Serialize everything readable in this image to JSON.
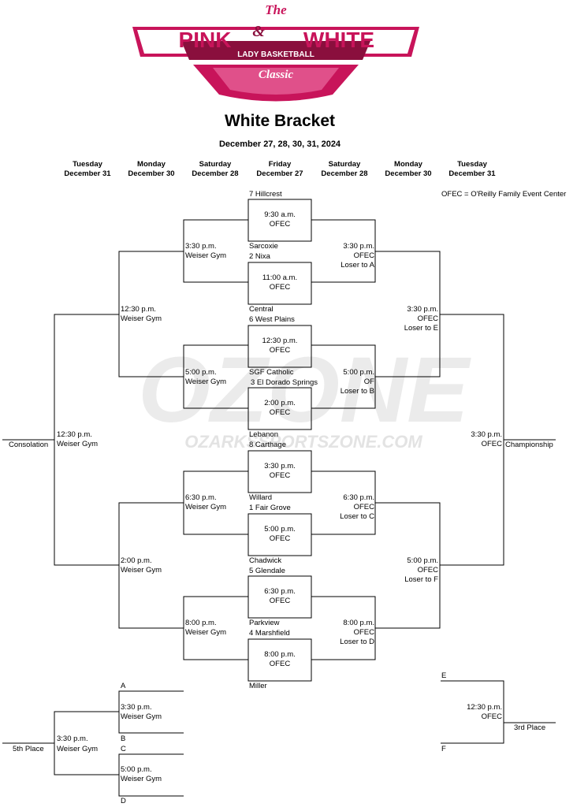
{
  "logo": {
    "the": "The",
    "pink": "PINK",
    "amp": "&",
    "white": "WHITE",
    "sub": "LADY BASKETBALL",
    "classic": "Classic"
  },
  "watermark": {
    "big": "OZONE",
    "url": "OZARKSSPORTSZONE.COM"
  },
  "title": "White Bracket",
  "dates": "December 27, 28, 30, 31, 2024",
  "columns": [
    {
      "day": "Tuesday",
      "date": "December 31"
    },
    {
      "day": "Monday",
      "date": "December 30"
    },
    {
      "day": "Saturday",
      "date": "December 28"
    },
    {
      "day": "Friday",
      "date": "December 27"
    },
    {
      "day": "Saturday",
      "date": "December 28"
    },
    {
      "day": "Monday",
      "date": "December 30"
    },
    {
      "day": "Tuesday",
      "date": "December 31"
    }
  ],
  "note": "OFEC = O'Reilly Family Event Center",
  "teams": [
    "7 Hillcrest",
    "Sarcoxie",
    "2  Nixa",
    "Central",
    "6  West Plains",
    "SGF Catholic",
    "3 El Dorado Springs",
    "Lebanon",
    "8 Carthage",
    "Willard",
    "1 Fair Grove",
    "Chadwick",
    "5 Glendale",
    "Parkview",
    "4 Marshfield",
    "Miller"
  ],
  "first_round": [
    {
      "time": "9:30 a.m.",
      "venue": "OFEC"
    },
    {
      "time": "11:00 a.m.",
      "venue": "OFEC"
    },
    {
      "time": "12:30 p.m.",
      "venue": "OFEC"
    },
    {
      "time": "2:00 p.m.",
      "venue": "OFEC"
    },
    {
      "time": "3:30 p.m.",
      "venue": "OFEC"
    },
    {
      "time": "5:00 p.m.",
      "venue": "OFEC"
    },
    {
      "time": "6:30 p.m.",
      "venue": "OFEC"
    },
    {
      "time": "8:00 p.m.",
      "venue": "OFEC"
    }
  ],
  "left_qf": [
    {
      "time": "3:30 p.m.",
      "venue": "Weiser Gym"
    },
    {
      "time": "5:00 p.m.",
      "venue": "Weiser Gym"
    },
    {
      "time": "6:30 p.m.",
      "venue": "Weiser Gym"
    },
    {
      "time": "8:00 p.m.",
      "venue": "Weiser Gym"
    }
  ],
  "right_qf": [
    {
      "time": "3:30 p.m.",
      "venue": "OFEC",
      "note": "Loser to A"
    },
    {
      "time": "5:00 p.m.",
      "venue": "OF",
      "note": "Loser to B"
    },
    {
      "time": "6:30 p.m.",
      "venue": "OFEC",
      "note": "Loser to C"
    },
    {
      "time": "8:00 p.m.",
      "venue": "OFEC",
      "note": "Loser to D"
    }
  ],
  "left_sf": [
    {
      "time": "12:30 p.m.",
      "venue": "Weiser Gym"
    },
    {
      "time": "2:00 p.m.",
      "venue": "Weiser Gym"
    }
  ],
  "right_sf": [
    {
      "time": "3:30 p.m.",
      "venue": "OFEC",
      "note": "Loser to E"
    },
    {
      "time": "5:00 p.m.",
      "venue": "OFEC",
      "note": "Loser to F"
    }
  ],
  "consolation": {
    "time": "12:30 p.m.",
    "venue": "Weiser Gym",
    "label": "Consolation"
  },
  "championship": {
    "time": "3:30 p.m.",
    "venue": "OFEC",
    "label": "Championship"
  },
  "third_place": {
    "slot_top": "E",
    "slot_bottom": "F",
    "time": "12:30 p.m.",
    "venue": "OFEC",
    "label": "3rd Place"
  },
  "fifth_place": {
    "slots": [
      "A",
      "B",
      "C",
      "D"
    ],
    "games": [
      {
        "time": "3:30 p.m.",
        "venue": "Weiser Gym"
      },
      {
        "time": "5:00 p.m.",
        "venue": "Weiser Gym"
      }
    ],
    "final": {
      "time": "3:30 p.m.",
      "venue": "Weiser Gym",
      "label": "5th Place"
    }
  },
  "colors": {
    "brand_pink": "#c8145a",
    "brand_dark": "#8a0f3d",
    "watermark": "#e6e6e6",
    "line": "#000000"
  }
}
